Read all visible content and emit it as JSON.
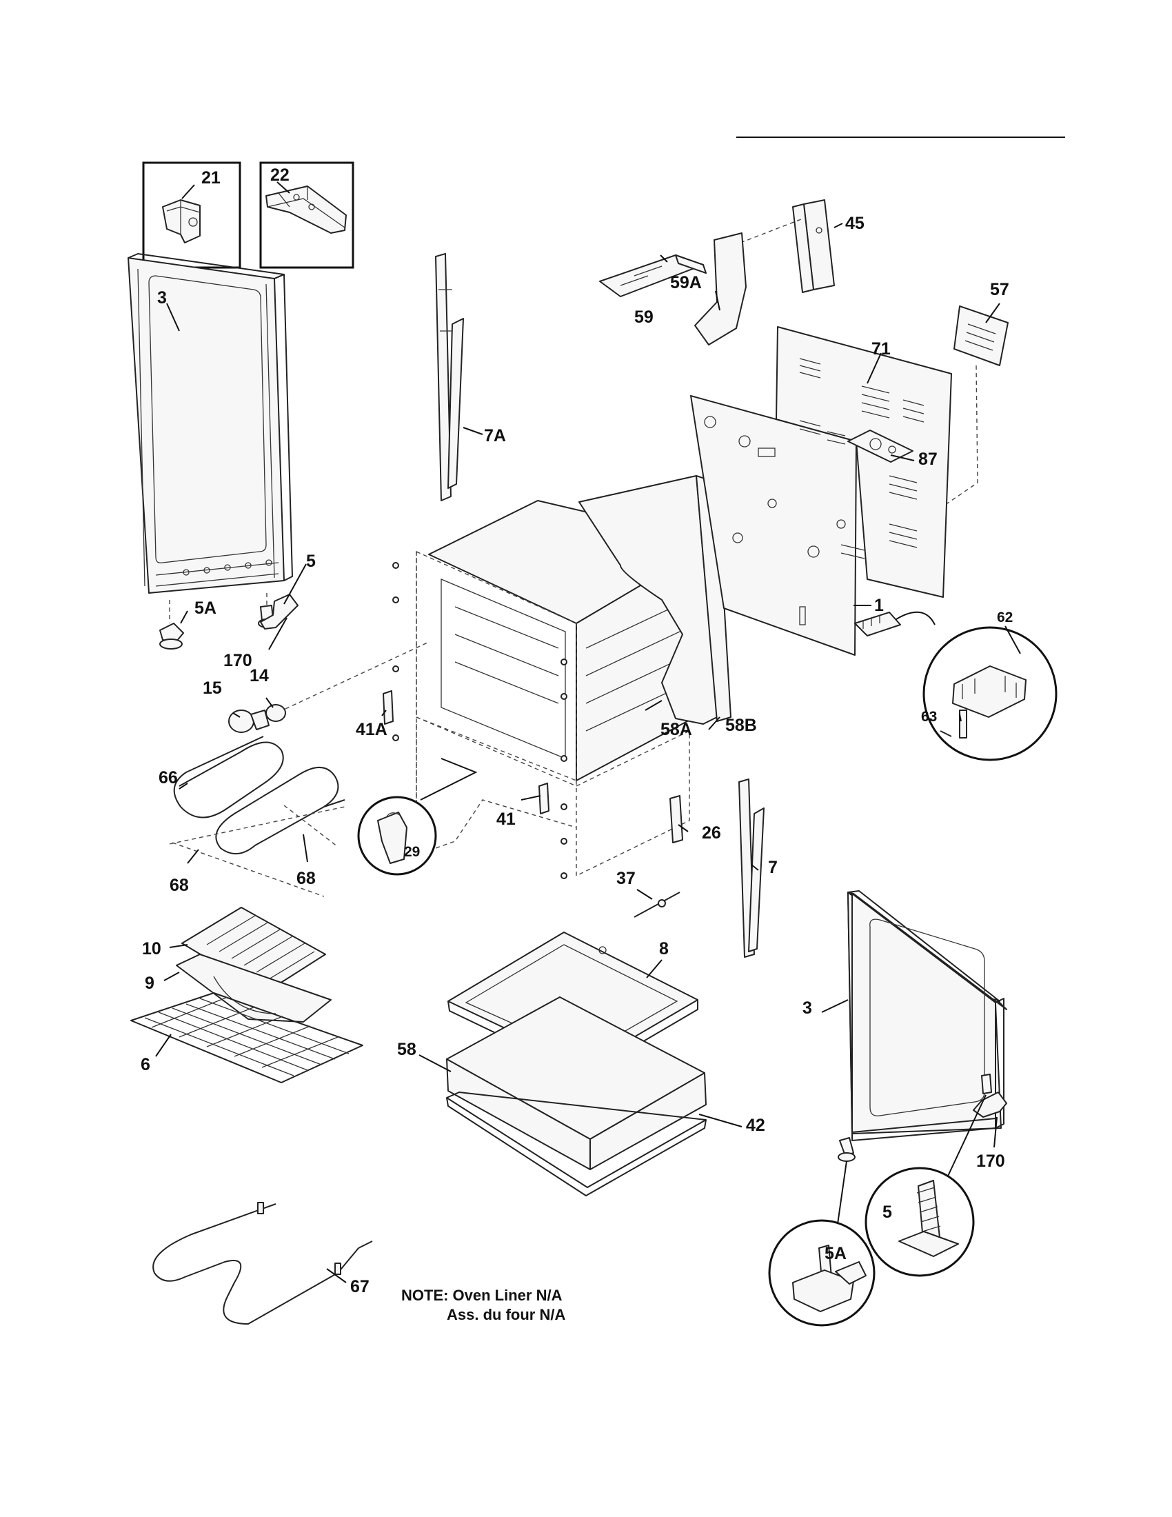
{
  "labels": {
    "p21": "21",
    "p22": "22",
    "p3_left": "3",
    "p45": "45",
    "p59A": "59A",
    "p59": "59",
    "p57": "57",
    "p71": "71",
    "p7A": "7A",
    "p87": "87",
    "p5_left": "5",
    "p5A_left": "5A",
    "p1": "1",
    "p62": "62",
    "p170_left": "170",
    "p15": "15",
    "p14": "14",
    "p63": "63",
    "p41A": "41A",
    "p58A": "58A",
    "p58B": "58B",
    "p66": "66",
    "p41": "41",
    "p26": "26",
    "p29": "29",
    "p7": "7",
    "p68_left": "68",
    "p68_right": "68",
    "p37": "37",
    "p10": "10",
    "p8": "8",
    "p9": "9",
    "p3_right": "3",
    "p58": "58",
    "p6": "6",
    "p42": "42",
    "p170_right": "170",
    "p5_right": "5",
    "p5A_right": "5A",
    "p67": "67"
  },
  "note": {
    "line1": "NOTE: Oven Liner N/A",
    "line2": "Ass. du four N/A"
  }
}
